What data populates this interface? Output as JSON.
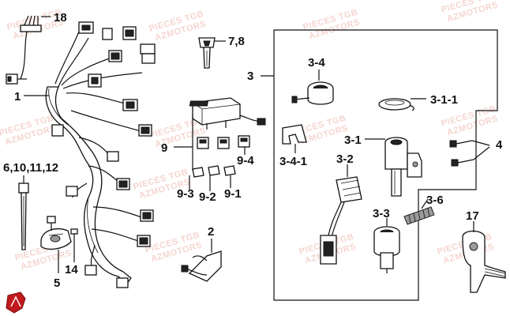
{
  "callouts": {
    "c18": "18",
    "c78": "7,8",
    "c3": "3",
    "c34": "3-4",
    "c1": "1",
    "c311": "3-1-1",
    "c9": "9",
    "c31": "3-1",
    "c4": "4",
    "c94": "9-4",
    "c341": "3-4-1",
    "c32": "3-2",
    "c6": "6,10,11,12",
    "c93": "9-3",
    "c92": "9-2",
    "c91": "9-1",
    "c36": "3-6",
    "c2": "2",
    "c33": "3-3",
    "c17": "17",
    "c14": "14",
    "c5": "5"
  },
  "watermark": {
    "line1": "PIECES TGB",
    "line2": "AZMOTORS"
  },
  "colors": {
    "watermark": "#f2c7bf",
    "logo": "#c0191e",
    "ink": "#111111"
  },
  "icons": {
    "logo": "az-motors-shield-icon"
  }
}
